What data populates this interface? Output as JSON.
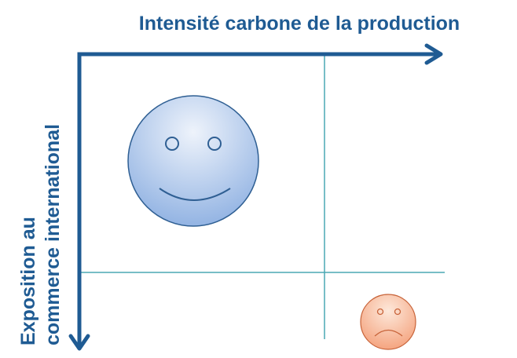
{
  "x_axis_label": "Intensité carbone de la production",
  "y_axis_label_line1": "Exposition au",
  "y_axis_label_line2": "commerce international",
  "colors": {
    "axis": "#1f5b93",
    "label": "#1f5b93",
    "grid": "#4aa8b4",
    "happy_face_light": "#eef3fb",
    "happy_face_dark": "#8fb1e2",
    "happy_face_stroke": "#2f5f93",
    "sad_face_light": "#fde8da",
    "sad_face_dark": "#f4a07a",
    "sad_face_stroke": "#c8643a"
  },
  "icons": {
    "happy": "smiling-face-icon",
    "sad": "frowning-face-icon"
  }
}
